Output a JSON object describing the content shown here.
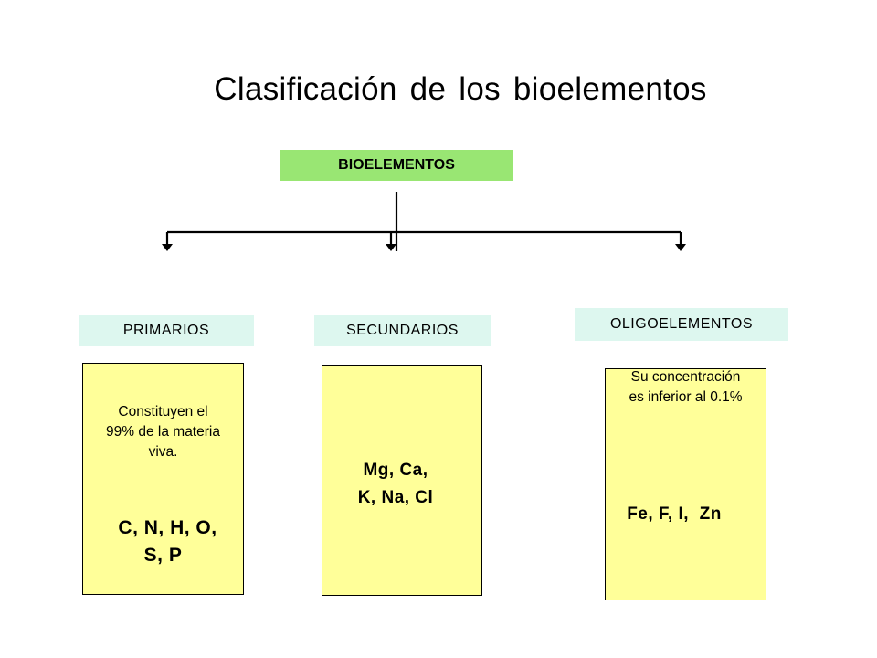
{
  "title": "Clasificación de los bioelementos",
  "root": {
    "label": "BIOELEMENTOS"
  },
  "categories": [
    {
      "label": "PRIMARIOS",
      "description": [
        "Constituyen el",
        "99% de la materia",
        "viva."
      ],
      "elements": [
        "C, N, H, O,",
        "S, P"
      ]
    },
    {
      "label": "SECUNDARIOS",
      "description": [],
      "elements": [
        "Mg, Ca,",
        "K, Na, Cl"
      ]
    },
    {
      "label": "OLIGOELEMENTOS",
      "description": [
        "Su concentración",
        "es inferior al 0.1%"
      ],
      "elements": [
        "Fe, F, I,  Zn"
      ]
    }
  ],
  "colors": {
    "root_fill": "#99e673",
    "category_fill": "#ddf7ef",
    "card_fill": "#ffff99",
    "line": "#000000"
  }
}
